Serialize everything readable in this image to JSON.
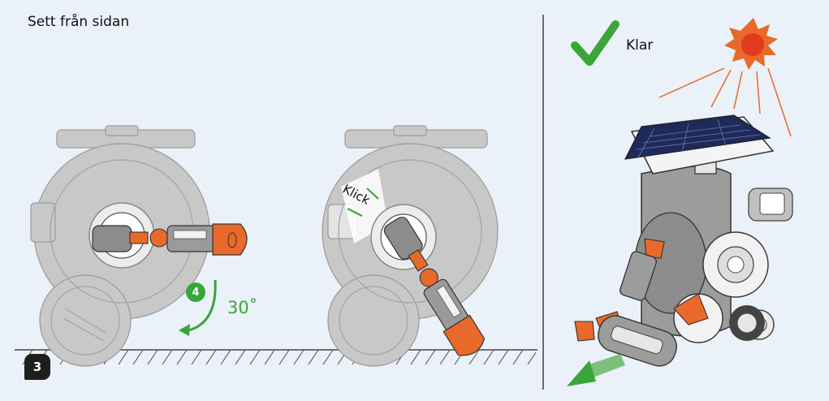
{
  "title": "Sett från sidan",
  "step_number": "3",
  "sub_step_number": "4",
  "rotation_label": "30˚",
  "click_label": "Klick",
  "done_label": "Klar",
  "colors": {
    "background": "#eaf1f8",
    "accent_green": "#3aa63a",
    "accent_orange": "#e8692a",
    "sun_red": "#e23a1c",
    "ghost_gray": "#bdbdbd",
    "solar_panel": "#1f2a5a"
  },
  "icons": [
    "checkmark-icon",
    "sun-icon",
    "rotate-arrow-icon",
    "motion-arrow-icon"
  ]
}
